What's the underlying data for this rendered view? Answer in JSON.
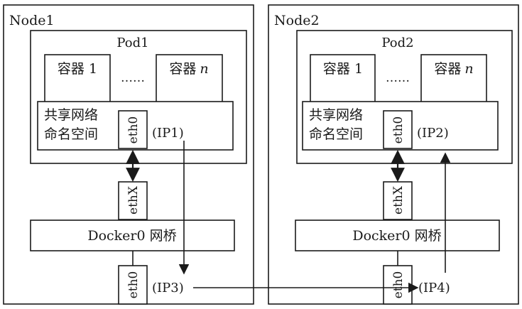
{
  "nodes": [
    {
      "label": "Node1",
      "pod": {
        "label": "Pod1",
        "container_first": "容器 1",
        "container_dots": "……",
        "container_last_prefix": "容器",
        "container_last_var": "n",
        "netns_line1": "共享网络",
        "netns_line2": "命名空间",
        "pod_iface": "eth0",
        "pod_ip": "(IP1)"
      },
      "veth": "ethX",
      "bridge": "Docker0 网桥",
      "host_iface": "eth0",
      "host_ip": "(IP3)"
    },
    {
      "label": "Node2",
      "pod": {
        "label": "Pod2",
        "container_first": "容器 1",
        "container_dots": "……",
        "container_last_prefix": "容器",
        "container_last_var": "n",
        "netns_line1": "共享网络",
        "netns_line2": "命名空间",
        "pod_iface": "eth0",
        "pod_ip": "(IP2)"
      },
      "veth": "ethX",
      "bridge": "Docker0 网桥",
      "host_iface": "eth0",
      "host_ip": "(IP4)"
    }
  ]
}
